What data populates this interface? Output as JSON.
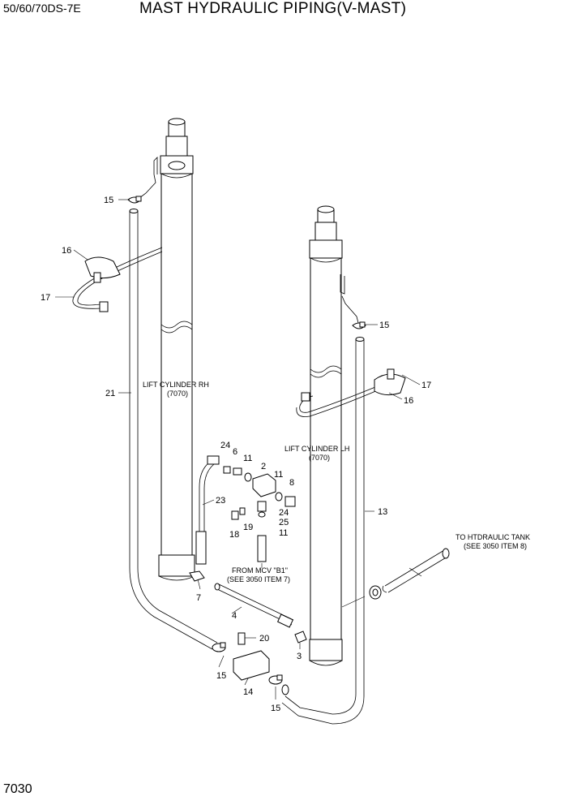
{
  "header": {
    "model": "50/60/70DS-7E",
    "title": "MAST HYDRAULIC PIPING(V-MAST)"
  },
  "footer": {
    "page_number": "7030"
  },
  "notes": {
    "lift_rh_name": "LIFT CYLINDER RH",
    "lift_rh_ref": "(7070)",
    "lift_lh_name": "LIFT CYLINDER LH",
    "lift_lh_ref": "(7070)",
    "from_mcv_1": "FROM MCV \"B1\"",
    "from_mcv_2": "(SEE 3050 ITEM 7)",
    "tank_1": "TO HTDRAULIC TANK",
    "tank_2": "(SEE 3050 ITEM 8)"
  },
  "parts": {
    "p15_a": "15",
    "p16_a": "16",
    "p17_a": "17",
    "p21": "21",
    "p15_b": "15",
    "p17_b": "17",
    "p16_b": "16",
    "p13": "13",
    "p24_a": "24",
    "p6": "6",
    "p11_a": "11",
    "p2": "2",
    "p11_b": "11",
    "p8": "8",
    "p23": "23",
    "p19": "19",
    "p24_b": "24",
    "p25": "25",
    "p18": "18",
    "p11_c": "11",
    "p7": "7",
    "p4": "4",
    "p20": "20",
    "p3": "3",
    "p15_c": "15",
    "p14": "14",
    "p15_d": "15"
  }
}
